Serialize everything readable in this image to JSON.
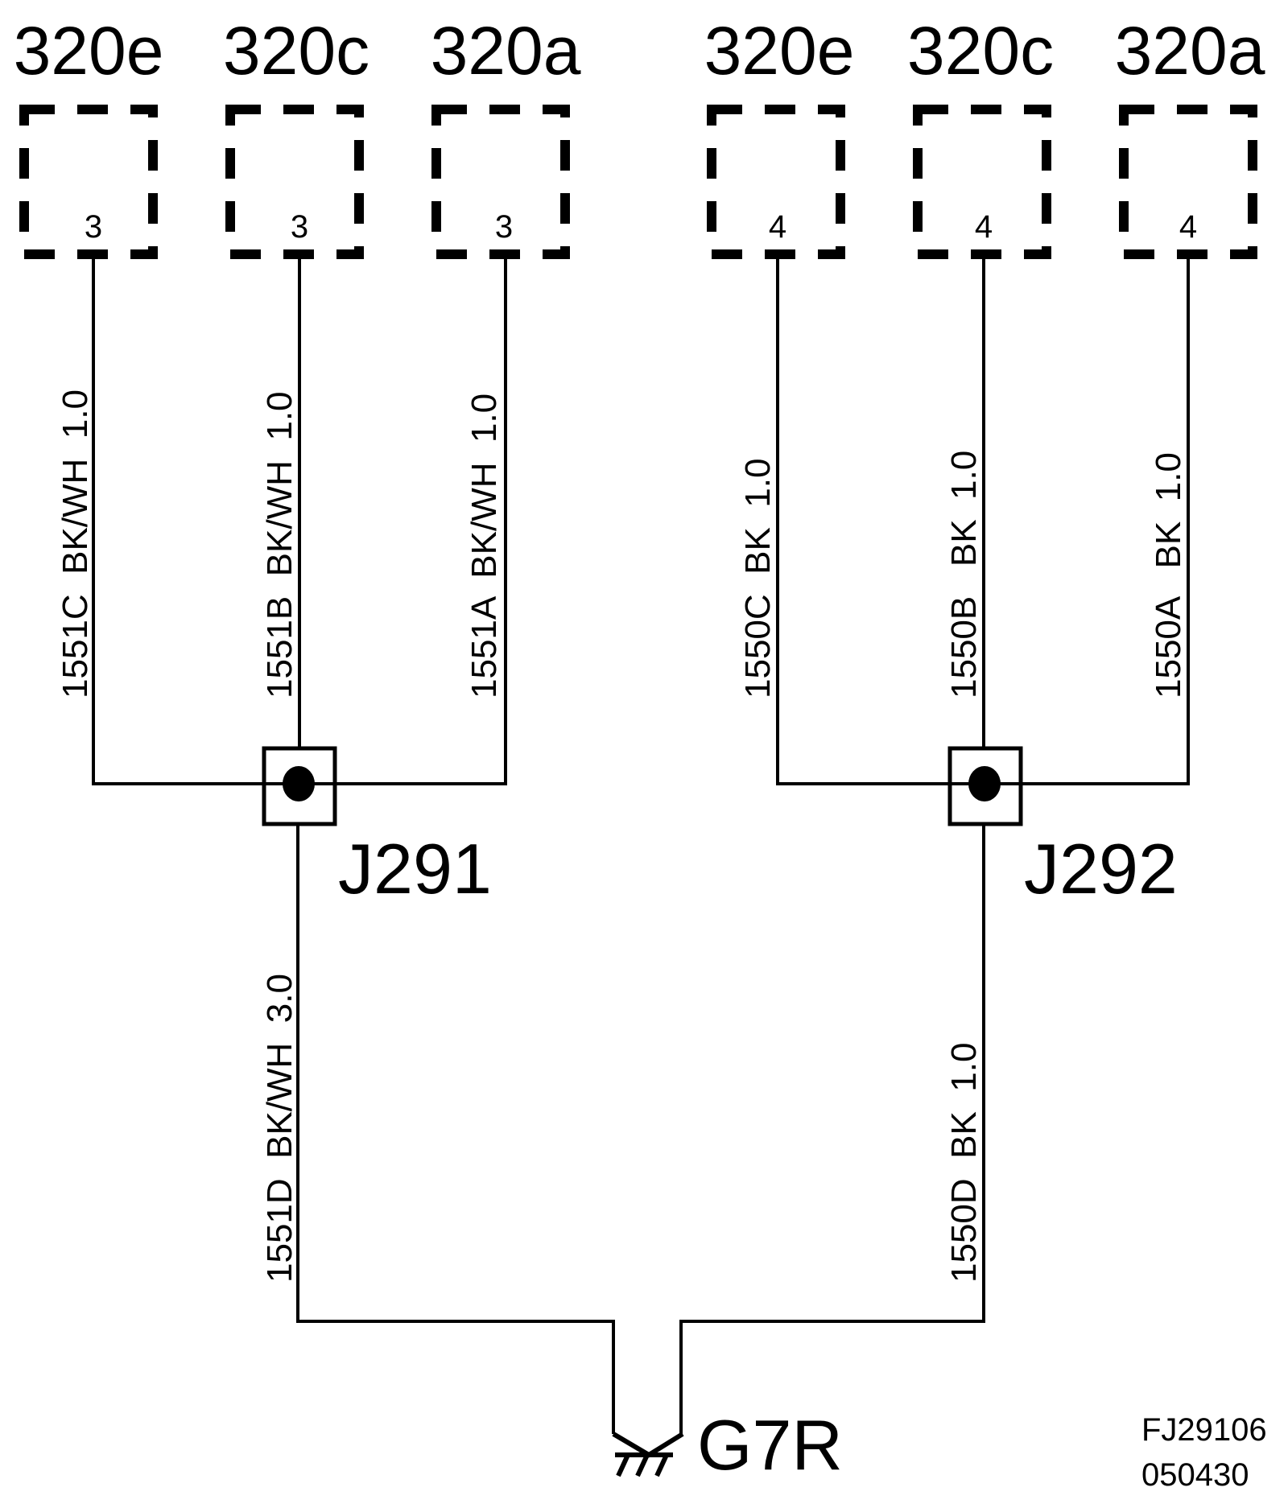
{
  "connectors": [
    {
      "name": "320e",
      "pin": "3"
    },
    {
      "name": "320c",
      "pin": "3"
    },
    {
      "name": "320a",
      "pin": "3"
    },
    {
      "name": "320e",
      "pin": "4"
    },
    {
      "name": "320c",
      "pin": "4"
    },
    {
      "name": "320a",
      "pin": "4"
    }
  ],
  "wires": [
    {
      "label": "1551C  BK/WH  1.0"
    },
    {
      "label": "1551B  BK/WH  1.0"
    },
    {
      "label": "1551A  BK/WH  1.0"
    },
    {
      "label": "1550C  BK  1.0"
    },
    {
      "label": "1550B   BK  1.0"
    },
    {
      "label": "1550A   BK  1.0"
    },
    {
      "label": "1551D  BK/WH  3.0"
    },
    {
      "label": "1550D  BK  1.0"
    }
  ],
  "junctions": [
    {
      "label": "J291"
    },
    {
      "label": "J292"
    }
  ],
  "ground": {
    "label": "G7R"
  },
  "reference": {
    "line1": "FJ29106",
    "line2": "050430"
  }
}
